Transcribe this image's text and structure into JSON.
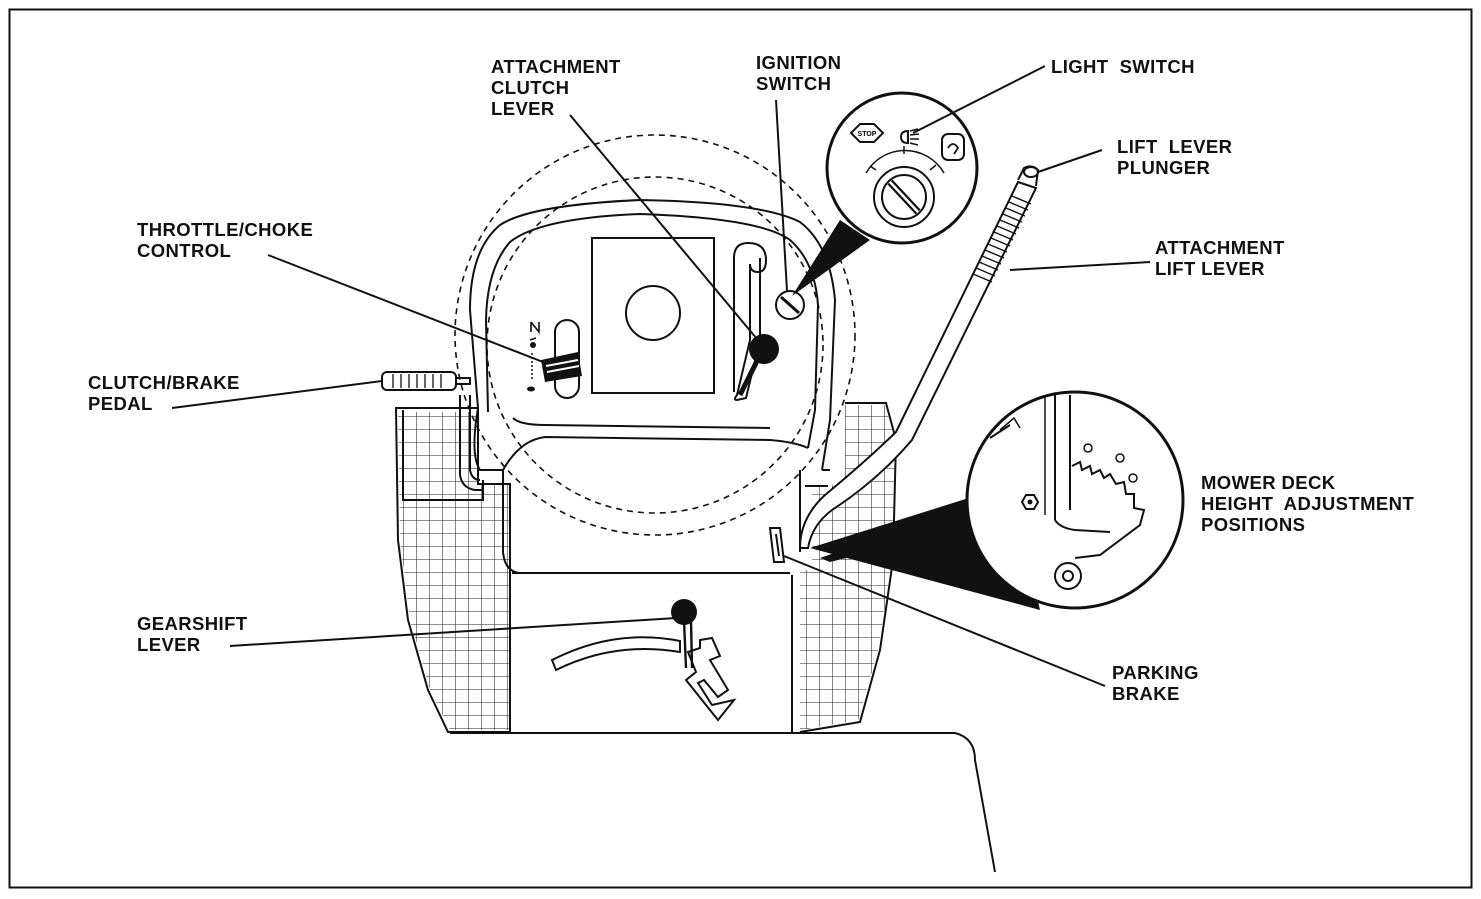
{
  "diagram": {
    "callouts": [
      {
        "id": "attachment-clutch-lever",
        "lines": [
          "ATTACHMENT",
          "CLUTCH",
          "LEVER"
        ]
      },
      {
        "id": "ignition-switch",
        "lines": [
          "IGNITION",
          "SWITCH"
        ]
      },
      {
        "id": "light-switch",
        "lines": [
          "LIGHT  SWITCH"
        ]
      },
      {
        "id": "lift-lever-plunger",
        "lines": [
          "LIFT  LEVER",
          "PLUNGER"
        ]
      },
      {
        "id": "attachment-lift-lever",
        "lines": [
          "ATTACHMENT",
          "LIFT LEVER"
        ]
      },
      {
        "id": "throttle-choke-control",
        "lines": [
          "THROTTLE/CHOKE",
          "CONTROL"
        ]
      },
      {
        "id": "clutch-brake-pedal",
        "lines": [
          "CLUTCH/BRAKE",
          "PEDAL"
        ]
      },
      {
        "id": "mower-deck-height-adjustment",
        "lines": [
          "MOWER DECK",
          "HEIGHT  ADJUSTMENT",
          "POSITIONS"
        ]
      },
      {
        "id": "gearshift-lever",
        "lines": [
          "GEARSHIFT",
          "LEVER"
        ]
      },
      {
        "id": "parking-brake",
        "lines": [
          "PARKING",
          "BRAKE"
        ]
      }
    ],
    "ignition_stop_text": "STOP",
    "stroke_color": "#111111",
    "background_color": "#ffffff"
  }
}
